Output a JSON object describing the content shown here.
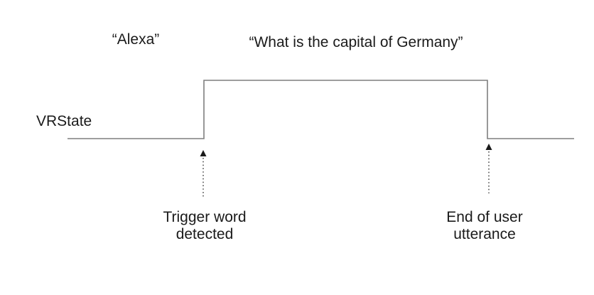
{
  "diagram": {
    "phrases": {
      "trigger": "“Alexa”",
      "utterance": "“What is the capital of Germany”"
    },
    "signal": {
      "label": "VRState",
      "states": [
        "low",
        "high",
        "low"
      ],
      "line_color": "#7f7f7f"
    },
    "events": [
      {
        "label": "Trigger word\ndetected"
      },
      {
        "label": "End of user\nutterance"
      }
    ],
    "arrow_color": "#3a3a3a",
    "arrowhead_color": "#1a1a1a",
    "text_color": "#1a1a1a",
    "background_color": "#ffffff"
  }
}
